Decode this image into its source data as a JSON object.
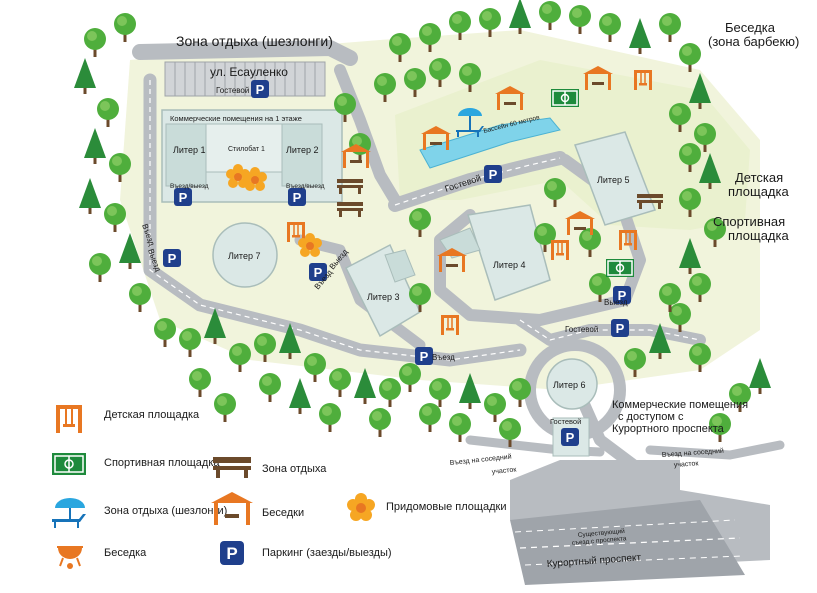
{
  "map": {
    "labels": {
      "rest_zone": "Зона отдыха (шезлонги)",
      "street": "ул. Есауленко",
      "gazebo_bbq": "Беседка",
      "gazebo_bbq_2": "(зона барбекю)",
      "kids_playground": "Детская",
      "kids_playground_2": "площадка",
      "sport_playground": "Спортивная",
      "sport_playground_2": "площадка",
      "commercial_top": "Коммерческие помещения на 1 этаже",
      "stylobat": "Стилобат 1",
      "entry_exit": "Въезд/выезд",
      "guest_1": "Гостевой",
      "guest_road": "Гостевой",
      "guest_2": "Гостевой",
      "guest_3": "Гостевой",
      "entry_1": "Въезд",
      "entry_2": "Въезд",
      "entry_3": "Въезд",
      "exit_1": "Выезд",
      "exit_2": "Выезд",
      "pool": "Бассейн 60 метров",
      "commercial_right": "Коммерческие помещения",
      "commercial_right_2": "с доступом с",
      "commercial_right_3": "Курортного проспекта",
      "neighbor_left": "Въезд на соседний",
      "neighbor_left_2": "участок",
      "neighbor_right": "Въезд на соседний",
      "neighbor_right_2": "участок",
      "underpass": "Существующий",
      "underpass_2": "съезд с проспекта",
      "avenue": "Курортный проспект"
    },
    "buildings": {
      "b1": "Литер 1",
      "b2": "Литер 2",
      "b3": "Литер 3",
      "b4": "Литер 4",
      "b5": "Литер 5",
      "b6": "Литер 6",
      "b7": "Литер 7"
    },
    "parking_glyph": "P"
  },
  "legend": {
    "kids": "Детская площадка",
    "sport": "Спортивная площадка",
    "bench": "Зона отдыха",
    "sunbed": "Зона отдыха (шезлонги)",
    "gazebo": "Беседки",
    "flowers": "Придомовые площадки",
    "bbq": "Беседка",
    "parking": "Паркинг (заезды/выезды)"
  },
  "colors": {
    "orange": "#e87722",
    "green": "#1e8a3c",
    "blue": "#1673b9",
    "road": "#b8bcc1",
    "building": "#dbe8e6"
  }
}
